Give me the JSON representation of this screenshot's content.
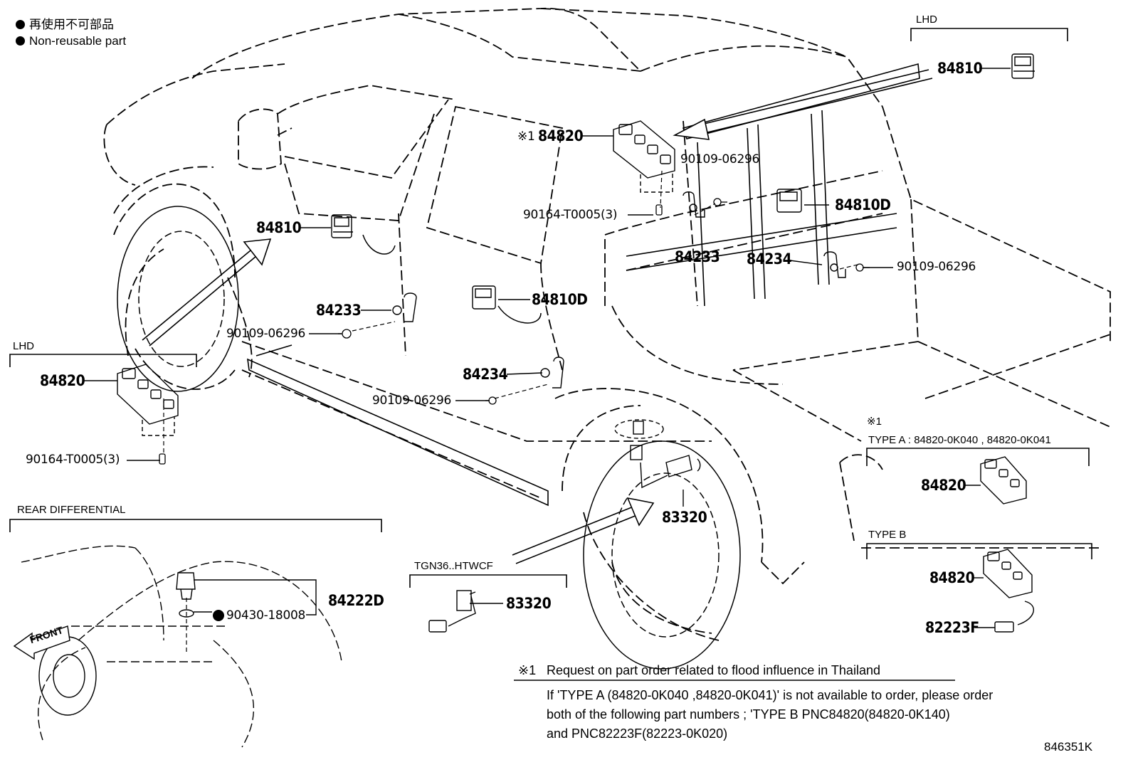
{
  "legend": {
    "line_ja": "再使用不可部品",
    "line_en": "Non-reusable part"
  },
  "groups": {
    "lhd_top": "LHD",
    "lhd_left": "LHD",
    "rear_diff": "REAR DIFFERENTIAL",
    "tgn": "TGN36..HTWCF",
    "ref_mark": "※1",
    "type_a": "TYPE A : 84820-0K040 , 84820-0K041",
    "type_b": "TYPE B"
  },
  "parts": {
    "p84810_top": "84810",
    "p84820_main": "84820",
    "p84820_mark": "※1",
    "p90109_a": "90109-06296",
    "p84810D_right": "84810D",
    "p90164_main": "90164-T0005(3)",
    "p84810_door": "84810",
    "p84233_right": "84233",
    "p84234_right": "84234",
    "p90109_b": "90109-06296",
    "p84810D_mid": "84810D",
    "p84233_left": "84233",
    "p90109_c": "90109-06296",
    "p84234_left": "84234",
    "p90109_d": "90109-06296",
    "p84820_lhd": "84820",
    "p90164_lhd": "90164-T0005(3)",
    "p83320_main": "83320",
    "p84222D": "84222D",
    "p90430": "90430-18008",
    "p83320_tgn": "83320",
    "p84820_typeA": "84820",
    "p84820_typeB": "84820",
    "p82223F": "82223F",
    "front": "FRONT"
  },
  "note": {
    "mark": "※1",
    "title": "Request on part order related to flood influence in Thailand",
    "line1": "If  'TYPE A (84820-0K040 ,84820-0K041)'  is not available to order, please order",
    "line2": "both of the following part numbers ; 'TYPE B PNC84820(84820-0K140)",
    "line3": "and PNC82223F(82223-0K020)"
  },
  "figure_id": "846351K"
}
